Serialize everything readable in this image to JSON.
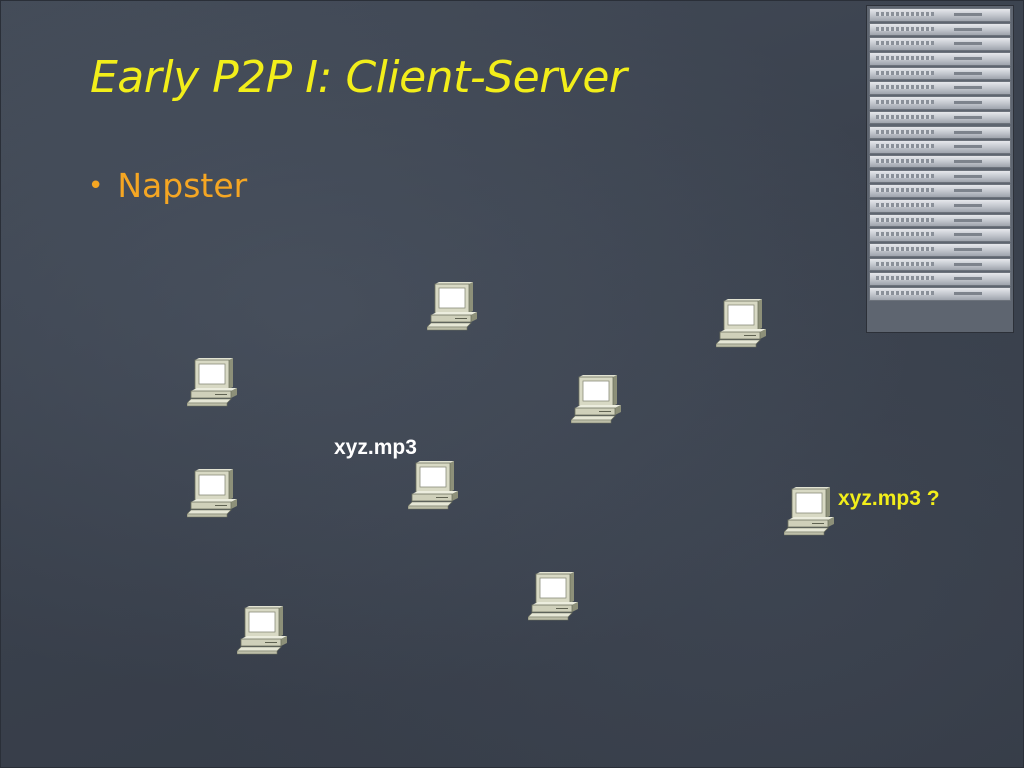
{
  "slide": {
    "title": "Early P2P I: Client-Server",
    "bullets": [
      "Napster"
    ]
  },
  "labels": {
    "host_file": "xyz.mp3",
    "query": "xyz.mp3 ?"
  },
  "colors": {
    "title": "#f2ee1a",
    "bullet": "#f5a623",
    "host_label": "#ffffff",
    "query_label": "#f2ee1a"
  },
  "icons": {
    "client": "desktop-computer-icon",
    "server": "server-rack-icon"
  },
  "diagram": {
    "client_count": 9,
    "server_units": 20
  }
}
